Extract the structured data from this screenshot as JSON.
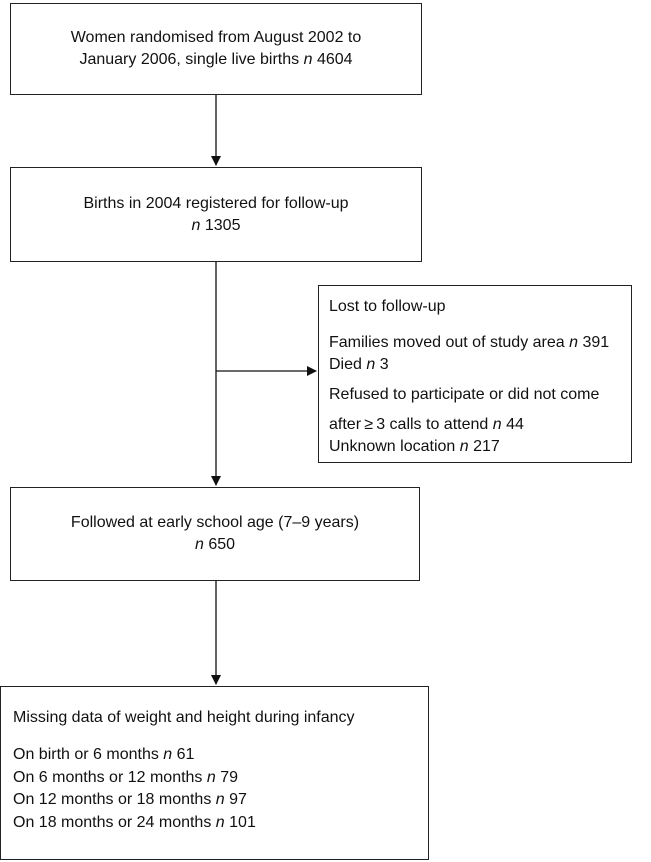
{
  "box1": {
    "line1": "Women randomised from August 2002 to",
    "line2_text": "January 2006, single live births ",
    "n_label": "n",
    "count": "4604"
  },
  "box2": {
    "line1": "Births in 2004 registered for follow-up",
    "n_label": "n",
    "count": "1305"
  },
  "lost": {
    "title": "Lost to follow-up",
    "moved_text": "Families moved out of study area ",
    "moved_count": "391",
    "died_text": "Died ",
    "died_count": "3",
    "refused_line1": "Refused to participate or did not come",
    "refused_line2_text": "after ≥ 3 calls to attend ",
    "refused_count": "44",
    "unknown_text": "Unknown location ",
    "unknown_count": "217",
    "n_label": "n"
  },
  "box3": {
    "line1": "Followed at early school age (7–9 years)",
    "n_label": "n",
    "count": "650"
  },
  "missing": {
    "title": "Missing data of weight and height during infancy",
    "n_label": "n",
    "rows": [
      {
        "text": "On birth or 6 months ",
        "count": "61"
      },
      {
        "text": "On 6 months or 12 months ",
        "count": "79"
      },
      {
        "text": "On 12 months or 18 months ",
        "count": "97"
      },
      {
        "text": "On 18 months or 24 months ",
        "count": "101"
      }
    ]
  }
}
